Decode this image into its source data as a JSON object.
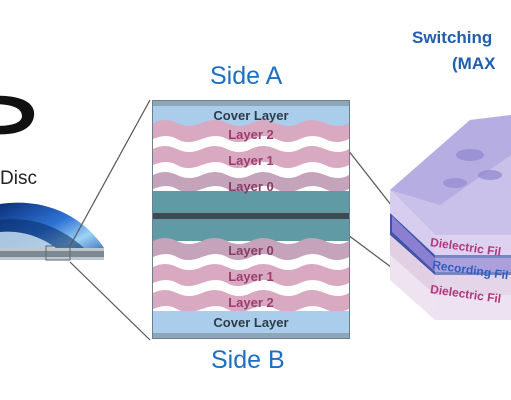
{
  "disc": {
    "label": "Disc"
  },
  "cross_section": {
    "side_a_title": "Side A",
    "side_b_title": "Side B",
    "side_a_layers": [
      "Cover Layer",
      "Layer 2",
      "Layer 1",
      "Layer 0"
    ],
    "side_b_layers": [
      "Layer 0",
      "Layer 1",
      "Layer 2",
      "Cover Layer"
    ]
  },
  "switching": {
    "title_line1": "Switching",
    "title_line2": "(MAX",
    "films": [
      "Dielectric Fil",
      "Recording Fil",
      "Dielectric Fil"
    ]
  },
  "colors": {
    "title_blue": "#1f6fc1",
    "cover_blue": "#a9cdea",
    "layer_pink": "#d8a9c1",
    "substrate_teal": "#5f9aa5",
    "film_purple": "#8a7fd0"
  }
}
